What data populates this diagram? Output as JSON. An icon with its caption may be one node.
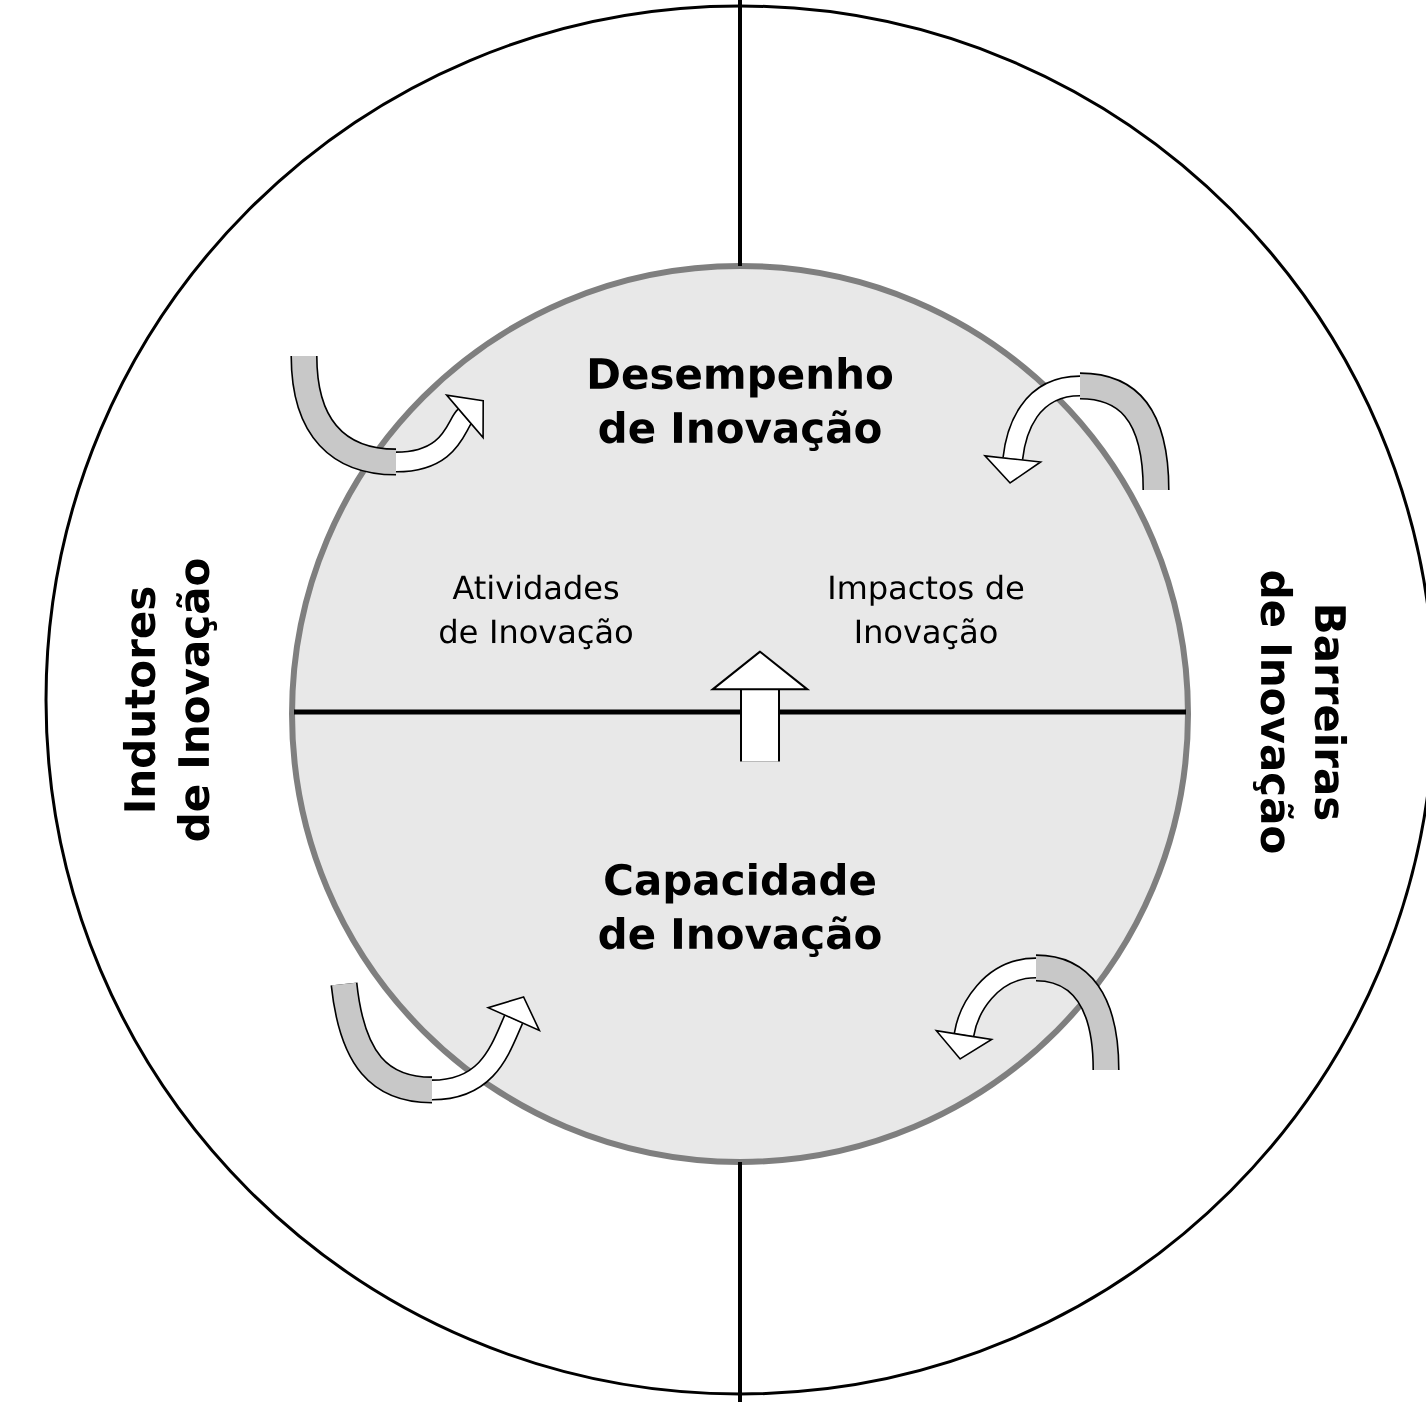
{
  "diagram": {
    "nodes": [
      {
        "text": [
          "Indutores de Inovação",
          "Barreiras de Inovação"
        ]
      },
      {
        "text": [
          "Desempenho de Inovação",
          "Atividades de Inovação",
          "Impactos de Inovação"
        ],
        "in": 0
      },
      {
        "text": [
          "Capacidade de Inovação"
        ],
        "in": 0
      }
    ],
    "edges": [
      {
        "from": 2,
        "to": 1,
        "arrow": "to"
      }
    ]
  }
}
